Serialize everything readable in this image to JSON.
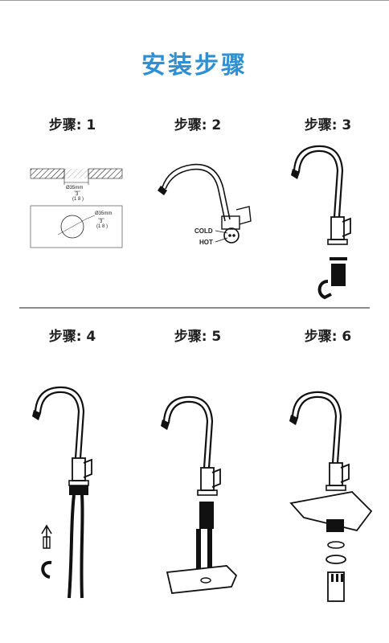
{
  "title": "安装步骤",
  "steps": [
    {
      "label": "步骤: 1"
    },
    {
      "label": "步骤: 2"
    },
    {
      "label": "步骤: 3"
    },
    {
      "label": "步骤: 4"
    },
    {
      "label": "步骤: 5"
    },
    {
      "label": "步骤: 6"
    }
  ],
  "step1": {
    "hole_diameter_top": "Ø35mm",
    "hole_diameter_bottom": "Ø35mm",
    "fraction_top_num": "3",
    "fraction_top_den": "(1 8 )",
    "fraction_bottom_num": "3",
    "fraction_bottom_den": "(1 8 )"
  },
  "step2": {
    "cold_label": "COLD",
    "hot_label": "HOT"
  },
  "colors": {
    "title": "#2f8fd3",
    "line": "#111111"
  },
  "icons": [
    "faucet-icon",
    "hose-icon",
    "up-arrow-icon",
    "mounting-plate-icon",
    "washer-icon",
    "nut-icon"
  ]
}
